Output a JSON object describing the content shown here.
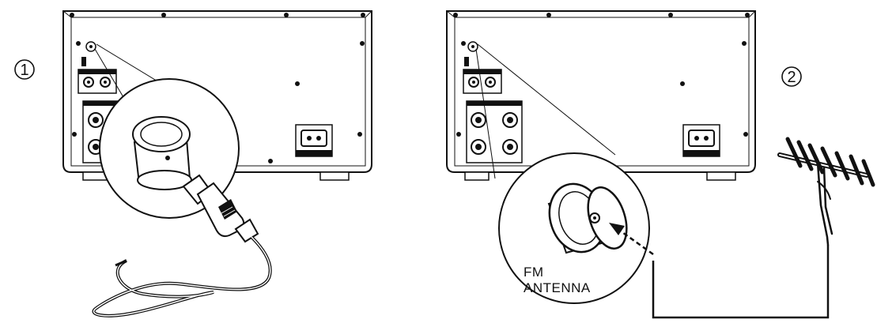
{
  "steps": [
    {
      "number": "1"
    },
    {
      "number": "2"
    }
  ],
  "antenna_label": {
    "line1": "FM",
    "line2": "ANTENNA"
  }
}
